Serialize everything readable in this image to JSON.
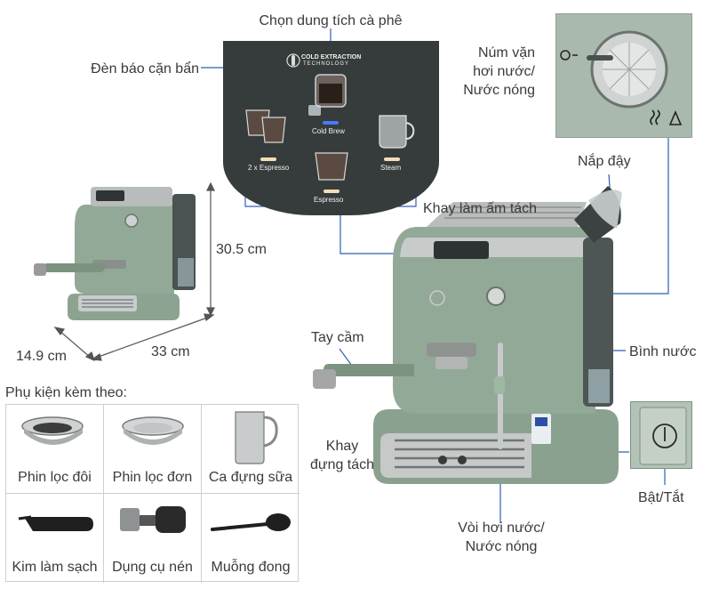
{
  "labels": {
    "chon_dung_tich": "Chọn dung tích cà phê",
    "den_bao": "Đèn báo cặn bẩn",
    "num_van": "Núm vặn\nhơi nước/\nNước nóng",
    "nap_day": "Nắp đậy",
    "khay_am_tach": "Khay làm ấm tách",
    "tay_cam": "Tay cầm",
    "binh_nuoc": "Bình nước",
    "khay_dung_tach": "Khay\nđựng tách",
    "voi_hoi_nuoc": "Vòi hơi nước/\nNước nóng",
    "bat_tat": "Bật/Tắt"
  },
  "dimensions": {
    "height": "30.5 cm",
    "depth": "14.9 cm",
    "width": "33 cm"
  },
  "panel": {
    "brand_line1": "COLD EXTRACTION",
    "brand_line2": "TECHNOLOGY",
    "cold_brew": "Cold Brew",
    "espresso_2x": "2 x Espresso",
    "steam": "Steam",
    "espresso": "Espresso",
    "indicator_color": "#4a78ff"
  },
  "accessories": {
    "title": "Phụ kiện kèm theo:",
    "items": [
      {
        "name": "Phin lọc đôi",
        "icon": "double-filter-icon"
      },
      {
        "name": "Phin lọc đơn",
        "icon": "single-filter-icon"
      },
      {
        "name": "Ca đựng sữa",
        "icon": "milk-jug-icon"
      },
      {
        "name": "Kim làm sạch",
        "icon": "cleaning-needle-icon"
      },
      {
        "name": "Dụng cụ nén",
        "icon": "tamper-icon"
      },
      {
        "name": "Muỗng đong",
        "icon": "measuring-spoon-icon"
      }
    ]
  },
  "colors": {
    "machine_green": "#8da391",
    "panel_dark": "#363c3b",
    "callout_line": "#2f5fb3"
  }
}
